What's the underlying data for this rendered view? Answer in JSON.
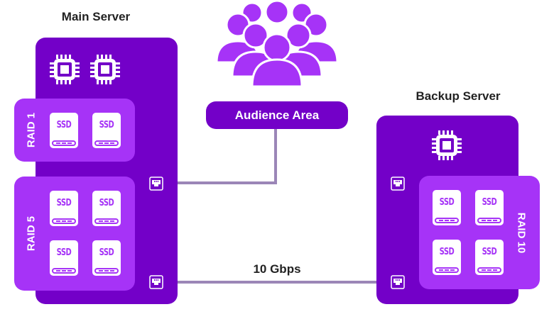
{
  "main_server": {
    "title": "Main Server",
    "cpu_count": 2,
    "raid_groups": [
      {
        "label": "RAID 1",
        "disks": [
          "SSD",
          "SSD"
        ]
      },
      {
        "label": "RAID 5",
        "disks": [
          "SSD",
          "SSD",
          "SSD",
          "SSD"
        ]
      }
    ]
  },
  "backup_server": {
    "title": "Backup Server",
    "cpu_count": 1,
    "raid_groups": [
      {
        "label": "RAID 10",
        "disks": [
          "SSD",
          "SSD",
          "SSD",
          "SSD"
        ]
      }
    ]
  },
  "audience": {
    "label": "Audience Area",
    "icon": "people-group-icon"
  },
  "links": {
    "backup_link_label": "10 Gbps"
  },
  "colors": {
    "server": "#7300c8",
    "raid": "#a633f7",
    "audience_icon": "#a633f7",
    "link": "#9b86b7"
  }
}
